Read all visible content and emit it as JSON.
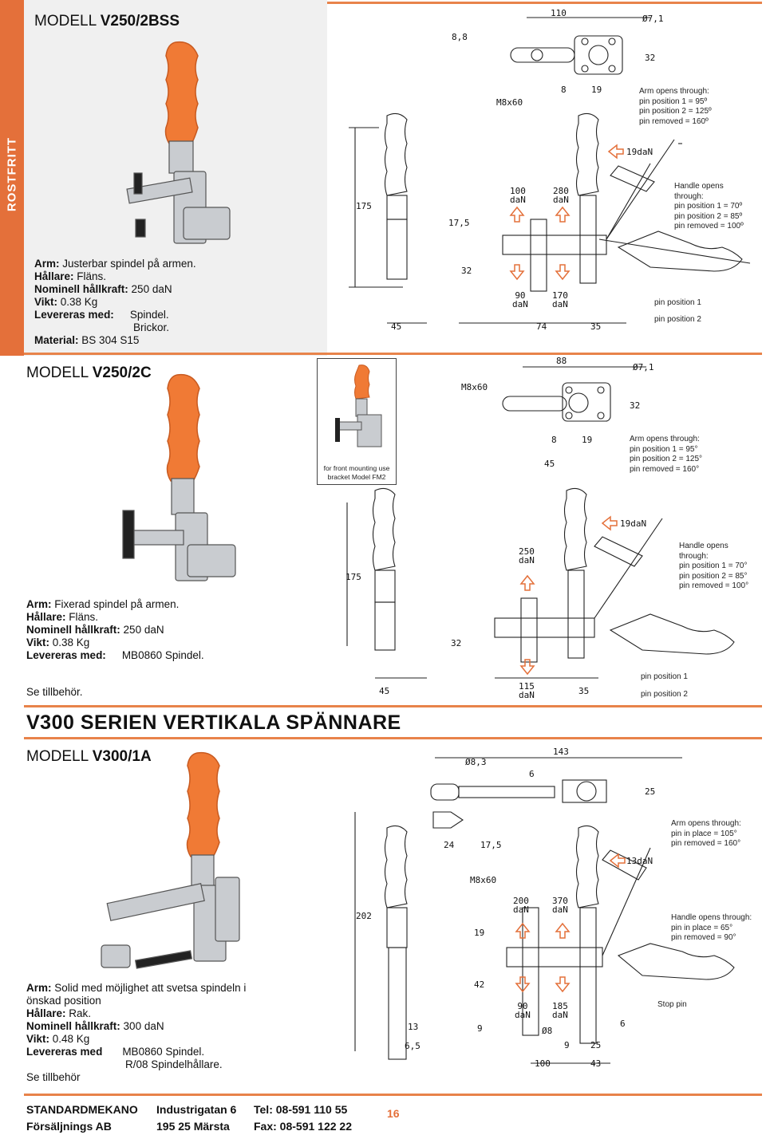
{
  "side_tab": "ROSTFRITT",
  "section1": {
    "model_prefix": "MODELL",
    "model_code": "V250/2BSS",
    "specs": {
      "arm_label": "Arm:",
      "arm_value": "Justerbar spindel på armen.",
      "holder_label": "Hållare:",
      "holder_value": "Fläns.",
      "force_label": "Nominell hållkraft:",
      "force_value": "250 daN",
      "weight_label": "Vikt:",
      "weight_value": "0.38 Kg",
      "delivered_label": "Levereras med:",
      "delivered_value_1": "Spindel.",
      "delivered_value_2": "Brickor.",
      "material_label": "Material:",
      "material_value": "BS 304 S15"
    },
    "arm_opens": [
      "Arm opens through:",
      "pin position 1 = 95º",
      "pin position 2 = 125º",
      "pin removed = 160º"
    ],
    "handle_opens": [
      "Handle opens",
      "through:",
      "pin position 1 = 70º",
      "pin position 2 = 85º",
      "pin removed = 100º"
    ],
    "pin_position_1": "pin position 1",
    "pin_position_2": "pin position 2",
    "dims": {
      "d110": "110",
      "d07": "Ø7,1",
      "d88": "8,8",
      "d32a": "32",
      "m8": "M8x60",
      "d8": "8",
      "d19": "19",
      "f19": "19daN",
      "d175": "175",
      "f100": "100",
      "f100u": "daN",
      "f280": "280",
      "f280u": "daN",
      "d175b": "17,5",
      "d32b": "32",
      "f90": "90",
      "f90u": "daN",
      "f170": "170",
      "f170u": "daN",
      "d45": "45",
      "d74": "74",
      "d35": "35"
    }
  },
  "section2": {
    "model_prefix": "MODELL",
    "model_code": "V250/2C",
    "bracket_note": [
      "for front mounting use",
      "bracket Model FM2"
    ],
    "specs": {
      "arm_label": "Arm:",
      "arm_value": "Fixerad spindel på armen.",
      "holder_label": "Hållare:",
      "holder_value": "Fläns.",
      "force_label": "Nominell hållkraft:",
      "force_value": "250 daN",
      "weight_label": "Vikt:",
      "weight_value": "0.38 Kg",
      "delivered_label": "Levereras med:",
      "delivered_value": "MB0860 Spindel."
    },
    "see_accessories": "Se tillbehör.",
    "arm_opens": [
      "Arm opens through:",
      "pin position 1 = 95°",
      "pin position 2 = 125°",
      "pin removed  = 160°"
    ],
    "handle_opens": [
      "Handle opens",
      "through:",
      "pin position 1 = 70°",
      "pin position 2 = 85°",
      "pin removed  = 100°"
    ],
    "pin_position_1": "pin position 1",
    "pin_position_2": "pin position 2",
    "dims": {
      "d88": "88",
      "d07": "Ø7,1",
      "m8": "M8x60",
      "d32a": "32",
      "d8": "8",
      "d19": "19",
      "d45a": "45",
      "f19": "19daN",
      "f250": "250",
      "f250u": "daN",
      "d175": "175",
      "d32b": "32",
      "d45b": "45",
      "f115": "115",
      "f115u": "daN",
      "d35": "35"
    }
  },
  "series_title": "V300 SERIEN VERTIKALA SPÄNNARE",
  "section3": {
    "model_prefix": "MODELL",
    "model_code": "V300/1A",
    "specs": {
      "arm_label": "Arm:",
      "arm_value_1": "Solid med möjlighet att svetsa spindeln i",
      "arm_value_2": "önskad position",
      "holder_label": "Hållare:",
      "holder_value": "Rak.",
      "force_label": "Nominell hållkraft:",
      "force_value": "300 daN",
      "weight_label": "Vikt:",
      "weight_value": "0.48 Kg",
      "delivered_label": "Levereras med",
      "delivered_value_1": "MB0860 Spindel.",
      "delivered_value_2": "R/08 Spindelhållare."
    },
    "see_accessories": "Se tillbehör",
    "arm_opens": [
      "Arm opens through:",
      "pin in place = 105°",
      "pin removed = 160°"
    ],
    "handle_opens": [
      "Handle opens through:",
      "pin in place = 65°",
      "pin removed = 90°"
    ],
    "stop_pin": "Stop pin",
    "dims": {
      "d143": "143",
      "d083": "Ø8,3",
      "d6a": "6",
      "d25a": "25",
      "d24": "24",
      "d175": "17,5",
      "f13": "13daN",
      "m8": "M8x60",
      "f200": "200",
      "f200u": "daN",
      "f370": "370",
      "f370u": "daN",
      "d202": "202",
      "d19": "19",
      "d42": "42",
      "d9a": "9",
      "f90": "90",
      "f90u": "daN",
      "f185": "185",
      "f185u": "daN",
      "d08": "Ø8",
      "d6b": "6",
      "d13": "13",
      "d65": "6,5",
      "d9b": "9",
      "d25b": "25",
      "d100": "100",
      "d43": "43"
    }
  },
  "footer": {
    "company": "STANDARDMEKANO",
    "address": "Industrigatan 6",
    "tel": "Tel: 08-591 110 55",
    "company2": "Försäljnings AB",
    "city": "195 25 Märsta",
    "fax": "Fax: 08-591 122 22",
    "page": "16"
  },
  "colors": {
    "accent": "#e8834a",
    "tab": "#e4703a",
    "handle": "#f07a35",
    "metal": "#c9ccd0"
  }
}
